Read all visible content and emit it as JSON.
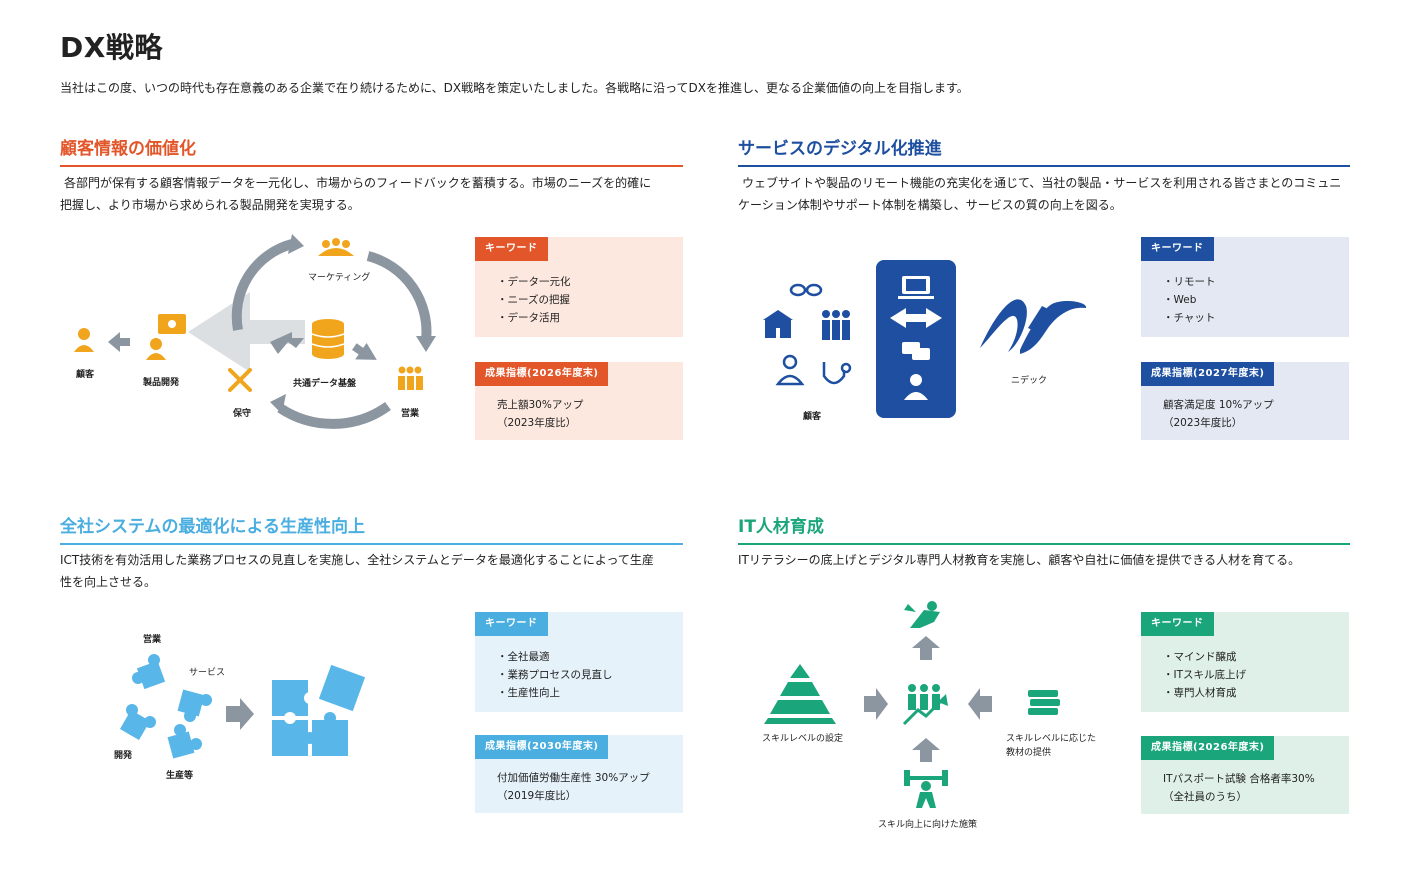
{
  "page": {
    "title": "DX戦略",
    "intro": "当社はこの度、いつの時代も存在意義のある企業で在り続けるために、DX戦略を策定いたしました。各戦略に沿ってDXを推進し、更なる企業価値の向上を目指します。"
  },
  "colors": {
    "orange": "#e2562a",
    "blue": "#1e4fa0",
    "sky": "#4aaee0",
    "green": "#1aa57a",
    "gray": "#8c96a0",
    "gold": "#f0a51c",
    "light_sky": "#58b6e8"
  },
  "s1": {
    "heading": "顧客情報の価値化",
    "desc1": "各部門が保有する顧客情報データを一元化し、市場からのフィードバックを蓄積する。市場のニーズを的確に",
    "desc2": "把握し、より市場から求められる製品開発を実現する。",
    "kw_tag": "キーワード",
    "kw": [
      "・データ一元化",
      "・ニーズの把握",
      "・データ活用"
    ],
    "kpi_tag": "成果指標(2026年度末)",
    "kpi": [
      "売上額30%アップ",
      "（2023年度比）"
    ],
    "labels": {
      "marketing": "マーケティング",
      "customer": "顧客",
      "dev": "製品開発",
      "db": "共通データ基盤",
      "maint": "保守",
      "sales": "営業"
    }
  },
  "s2": {
    "heading": "サービスのデジタル化推進",
    "desc1": "ウェブサイトや製品のリモート機能の充実化を通じて、当社の製品・サービスを利用される皆さまとのコミュニ",
    "desc2": "ケーション体制やサポート体制を構築し、サービスの質の向上を図る。",
    "kw_tag": "キーワード",
    "kw": [
      "・リモート",
      "・Web",
      "・チャット"
    ],
    "kpi_tag": "成果指標(2027年度末)",
    "kpi": [
      "顧客満足度 10%アップ",
      "（2023年度比）"
    ],
    "labels": {
      "customer": "顧客",
      "nidec": "ニデック"
    }
  },
  "s3": {
    "heading": "全社システムの最適化による生産性向上",
    "desc1": "ICT技術を有効活用した業務プロセスの見直しを実施し、全社システムとデータを最適化することによって生産",
    "desc2": "性を向上させる。",
    "kw_tag": "キーワード",
    "kw": [
      "・全社最適",
      "・業務プロセスの見直し",
      "・生産性向上"
    ],
    "kpi_tag": "成果指標(2030年度末)",
    "kpi": [
      "付加価値労働生産性 30%アップ",
      "（2019年度比）"
    ],
    "labels": {
      "sales": "営業",
      "service": "サービス",
      "dev": "開発",
      "production": "生産等"
    }
  },
  "s4": {
    "heading": "IT人材育成",
    "desc1": "ITリテラシーの底上げとデジタル専門人材教育を実施し、顧客や自社に価値を提供できる人材を育てる。",
    "kw_tag": "キーワード",
    "kw": [
      "・マインド醸成",
      "・ITスキル底上げ",
      "・専門人材育成"
    ],
    "kpi_tag": "成果指標(2026年度末)",
    "kpi": [
      "ITパスポート試験 合格者率30%",
      "（全社員のうち）"
    ],
    "labels": {
      "skill_level": "スキルレベルの設定",
      "materials1": "スキルレベルに応じた",
      "materials2": "教材の提供",
      "measures": "スキル向上に向けた施策"
    }
  }
}
